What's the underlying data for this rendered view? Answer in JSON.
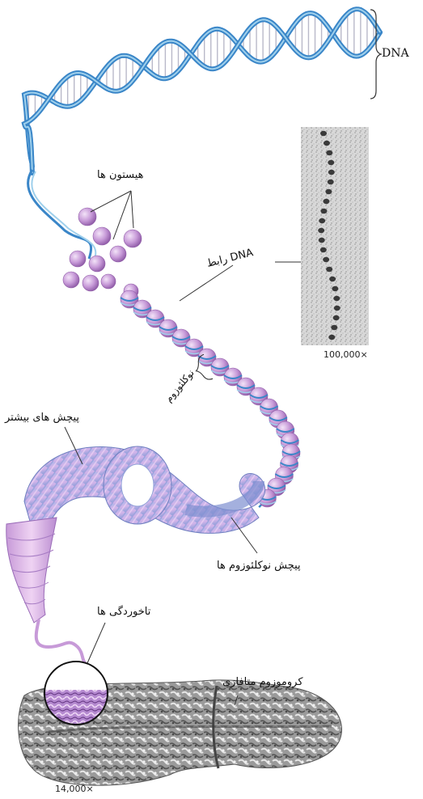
{
  "labels": {
    "dna_top": "DNA",
    "histones": "هیستون ها",
    "linker_dna": "DNA رابط",
    "nucleosome": "نوکلئوزوم",
    "further_coiling": "پیچش های بیشتر",
    "nucleosome_coiling": "پیچش نوکلئوزوم ها",
    "loops": "تاخوردگی ها",
    "metaphase_chromosome": "کروموزوم متافازی"
  },
  "magnifications": {
    "micrograph": "100,000×",
    "chromosome": "14,000×"
  },
  "colors": {
    "dna_strand": "#3a86c8",
    "dna_light": "#9fd0ec",
    "histone": "#c79ad8",
    "histone_dark": "#8e5aa6",
    "fiber_blue": "#8fa6dc",
    "fiber_pink": "#e2b4e6",
    "chromosome_gray": "#8c8c8c"
  }
}
